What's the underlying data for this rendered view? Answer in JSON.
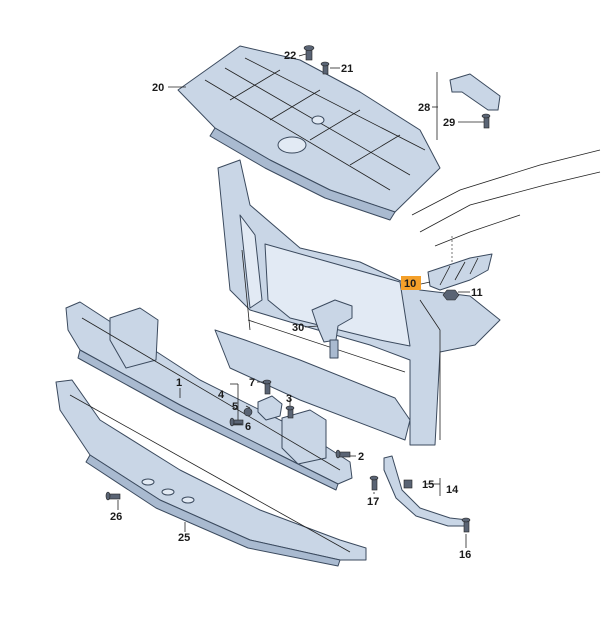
{
  "callouts": {
    "c1": "1",
    "c2": "2",
    "c3": "3",
    "c4": "4",
    "c5": "5",
    "c6": "6",
    "c7": "7",
    "c10": "10",
    "c11": "11",
    "c14": "14",
    "c15": "15",
    "c16": "16",
    "c17": "17",
    "c20": "20",
    "c21": "21",
    "c22": "22",
    "c25": "25",
    "c26": "26",
    "c28": "28",
    "c29": "29",
    "c30": "30"
  },
  "colors": {
    "highlight": "#f4a02a",
    "part_fill": "#c9d6e6",
    "outline": "#3b4a5e"
  }
}
